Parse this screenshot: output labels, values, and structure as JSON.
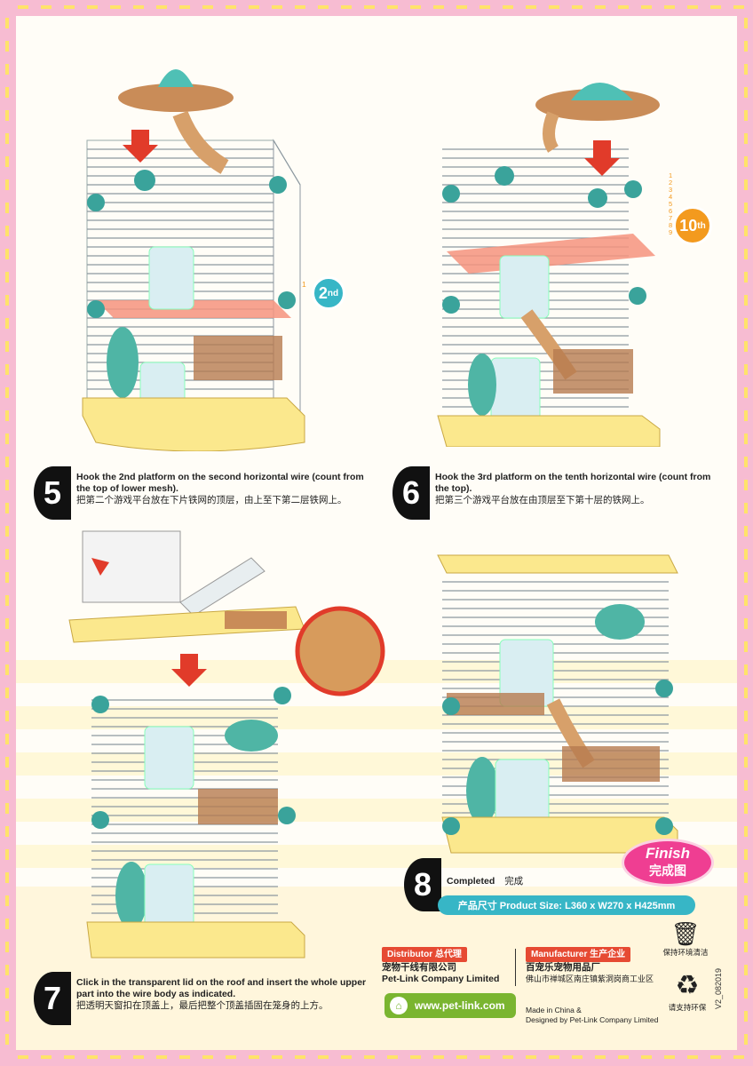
{
  "steps": [
    {
      "num": "5",
      "en": "Hook the 2nd platform on the second horizontal wire (count from the top of lower mesh).",
      "cn": "把第二个游戏平台放在下片铁网的顶层，由上至下第二层铁网上。"
    },
    {
      "num": "6",
      "en": "Hook the 3rd platform on the tenth horizontal wire (count from the top).",
      "cn": "把第三个游戏平台放在由顶层至下第十层的铁网上。"
    },
    {
      "num": "7",
      "en": "Click in the transparent lid on the roof and insert the whole upper part into the wire body as indicated.",
      "cn": "把透明天窗扣在顶盖上，最后把整个顶盖插固在笼身的上方。"
    },
    {
      "num": "8",
      "en": "Completed",
      "cn": "完成"
    }
  ],
  "badges": {
    "second": {
      "num": "2",
      "suffix": "nd",
      "wire": "1"
    },
    "tenth": {
      "num": "10",
      "suffix": "th",
      "wires": [
        "1",
        "2",
        "3",
        "4",
        "5",
        "6",
        "7",
        "8",
        "9"
      ]
    }
  },
  "finish": {
    "en": "Finish",
    "cn": "完成图"
  },
  "product_size": "产品尺寸 Product Size: L360 x W270 x H425mm",
  "distributor": {
    "label": "Distributor 总代理",
    "name_cn": "宠物干线有限公司",
    "name_en": "Pet-Link Company Limited"
  },
  "manufacturer": {
    "label": "Manufacturer 生产企业",
    "name_cn": "百宠乐宠物用品厂",
    "address": "佛山市禅城区南庄镇紫洞岗商工业区"
  },
  "website": "www.pet-link.com",
  "made_in": "Made in China &",
  "designed_by": "Designed by Pet-Link Company Limited",
  "eco": {
    "keep_clean": "保持环境清洁",
    "recycle": "请支持环保"
  },
  "version": "V2_082019",
  "colors": {
    "teal": "#37b6c6",
    "red": "#e64a33",
    "pink_border": "#f7bcd2",
    "yellow": "#ffe36a",
    "green": "#7ab530",
    "magenta": "#ef3e92",
    "orange": "#f39a1e"
  }
}
